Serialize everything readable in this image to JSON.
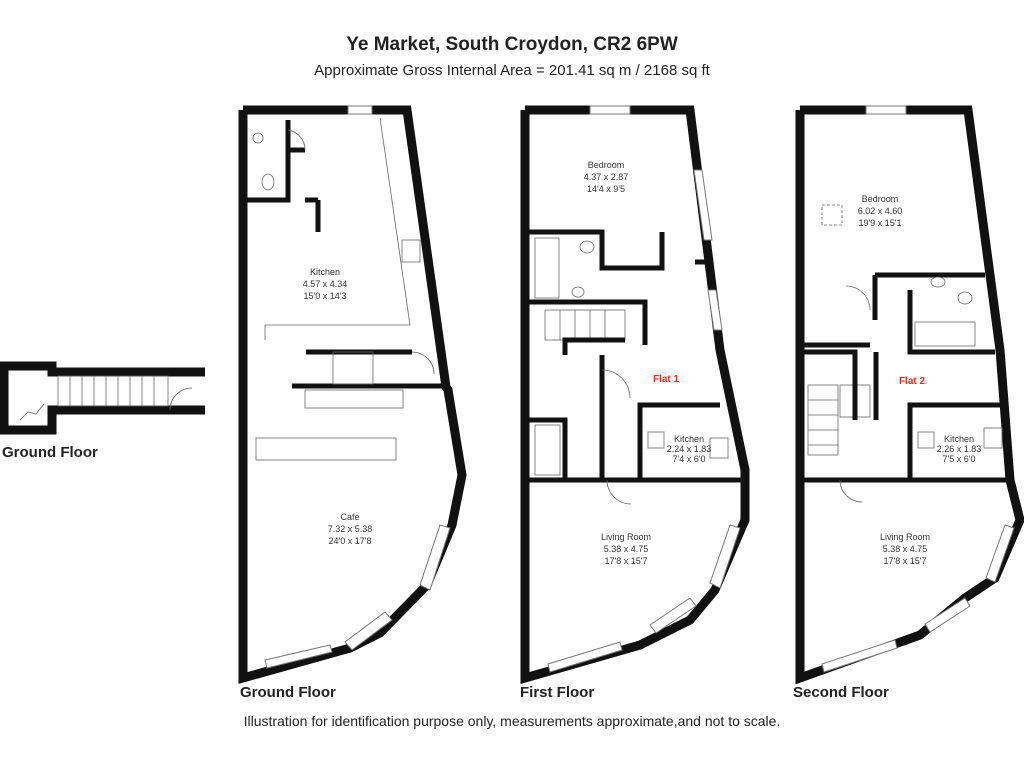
{
  "header": {
    "title": "Ye Market, South Croydon, CR2 6PW",
    "subtitle": "Approximate Gross Internal Area = 201.41 sq m / 2168 sq ft"
  },
  "footer": {
    "disclaimer": "Illustration for identification purpose only, measurements approximate,and not to scale."
  },
  "floors": {
    "ground_annex": "Ground Floor",
    "ground": "Ground Floor",
    "first": "First Floor",
    "second": "Second Floor"
  },
  "rooms": {
    "kitchen_g": {
      "name": "Kitchen",
      "metric": "4.57 x 4.34",
      "imperial": "15'0 x 14'3"
    },
    "cafe": {
      "name": "Cafe",
      "metric": "7.32 x 5.38",
      "imperial": "24'0 x 17'8"
    },
    "bedroom_1": {
      "name": "Bedroom",
      "metric": "4.37 x 2.87",
      "imperial": "14'4 x 9'5"
    },
    "kitchen_1": {
      "name": "Kitchen",
      "metric": "2.24 x 1.83",
      "imperial": "7'4 x 6'0"
    },
    "living_1": {
      "name": "Living Room",
      "metric": "5.38 x 4.75",
      "imperial": "17'8 x 15'7"
    },
    "bedroom_2": {
      "name": "Bedroom",
      "metric": "6.02 x 4.60",
      "imperial": "19'9 x 15'1"
    },
    "kitchen_2": {
      "name": "Kitchen",
      "metric": "2.26 x 1.83",
      "imperial": "7'5 x 6'0"
    },
    "living_2": {
      "name": "Living Room",
      "metric": "5.38 x 4.75",
      "imperial": "17'8 x 15'7"
    }
  },
  "flats": {
    "flat_1": "Flat 1",
    "flat_2": "Flat 2"
  },
  "colors": {
    "wall": "#111111",
    "flat_label": "#e03020"
  }
}
